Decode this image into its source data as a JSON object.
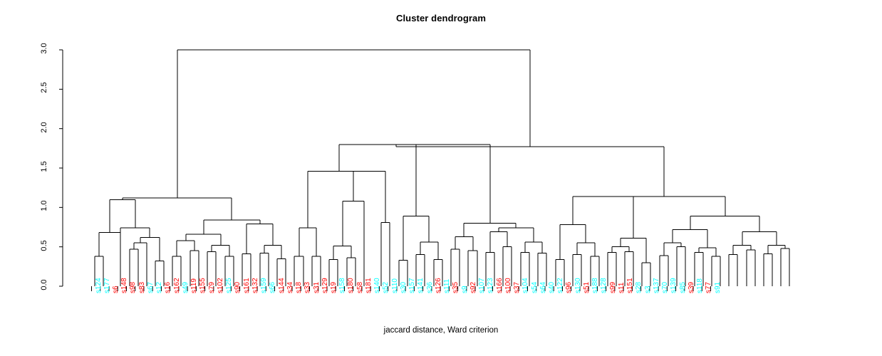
{
  "title": "Cluster dendrogram",
  "xlabel": "jaccard distance, Ward criterion",
  "ylabel": "",
  "colors": {
    "cyan": "#00FFFF",
    "red": "#FF0000",
    "line": "#000000",
    "background": "#FFFFFF"
  },
  "chart_data": {
    "type": "line",
    "plot_kind": "dendrogram",
    "title": "Cluster dendrogram",
    "xlabel": "jaccard distance, Ward criterion",
    "ylabel": "",
    "ylim": [
      0.0,
      3.0
    ],
    "yticks": [
      "0.0",
      "0.5",
      "1.0",
      "1.5",
      "2.0",
      "2.5",
      "3.0"
    ],
    "ytick_values": [
      0.0,
      0.5,
      1.0,
      1.5,
      2.0,
      2.5,
      3.0
    ],
    "grid": false,
    "legend": "none",
    "n_leaves": 80,
    "leaf_labels": [
      "s124",
      "s177",
      "s6",
      "s148",
      "s98",
      "s83",
      "s67",
      "s12",
      "s16",
      "s162",
      "s49",
      "s119",
      "s155",
      "s79",
      "s102",
      "s125",
      "s90",
      "s161",
      "s132",
      "s159",
      "s66",
      "s144",
      "s34",
      "s18",
      "s33",
      "s31",
      "s129",
      "s19",
      "s158",
      "s180",
      "s58",
      "s181",
      "s140",
      "s52",
      "s110",
      "s30",
      "s157",
      "s141",
      "s36",
      "s126",
      "s111",
      "s35",
      "s9",
      "s92",
      "s107",
      "s123",
      "s166",
      "s100",
      "s37",
      "s104",
      "s54",
      "s64",
      "s40",
      "s122",
      "s96",
      "s130",
      "s51",
      "s188",
      "s128",
      "s99",
      "s11",
      "s151",
      "s28",
      "s3",
      "s137",
      "s70",
      "s139",
      "s85",
      "s39",
      "s118",
      "s77",
      "s91"
    ],
    "leaf_colors": [
      "cyan",
      "cyan",
      "red",
      "red",
      "red",
      "red",
      "cyan",
      "cyan",
      "red",
      "red",
      "cyan",
      "red",
      "red",
      "red",
      "red",
      "cyan",
      "red",
      "red",
      "red",
      "cyan",
      "cyan",
      "red",
      "red",
      "red",
      "red",
      "red",
      "red",
      "red",
      "cyan",
      "red",
      "red",
      "red",
      "cyan",
      "cyan",
      "cyan",
      "cyan",
      "cyan",
      "cyan",
      "cyan",
      "red",
      "cyan",
      "red",
      "cyan",
      "red",
      "cyan",
      "cyan",
      "red",
      "red",
      "red",
      "cyan",
      "cyan",
      "cyan",
      "cyan",
      "cyan",
      "red",
      "cyan",
      "red",
      "cyan",
      "cyan",
      "red",
      "red",
      "red",
      "cyan",
      "cyan",
      "cyan",
      "cyan",
      "cyan",
      "cyan",
      "red",
      "cyan",
      "red",
      "cyan"
    ],
    "merges": [
      {
        "id": "m1",
        "x1": 133,
        "x2": 145,
        "h": 0.38
      },
      {
        "id": "m2",
        "x1": 139,
        "x2": 169,
        "h": 0.68
      },
      {
        "id": "m3",
        "x1": 182,
        "x2": 194,
        "h": 0.47
      },
      {
        "id": "m4",
        "x1": 188,
        "x2": 206,
        "h": 0.55
      },
      {
        "id": "m5",
        "x1": 218,
        "x2": 230,
        "h": 0.32
      },
      {
        "id": "m6",
        "x1": 197,
        "x2": 224,
        "h": 0.62
      },
      {
        "id": "m7",
        "x1": 169,
        "x2": 210,
        "h": 0.74
      },
      {
        "id": "m8",
        "x1": 154,
        "x2": 190,
        "h": 1.1
      },
      {
        "id": "m9",
        "x1": 242,
        "x2": 254,
        "h": 0.38
      },
      {
        "id": "m10",
        "x1": 267,
        "x2": 279,
        "h": 0.45
      },
      {
        "id": "m11",
        "x1": 248,
        "x2": 273,
        "h": 0.58
      },
      {
        "id": "m12",
        "x1": 291,
        "x2": 303,
        "h": 0.44
      },
      {
        "id": "m13",
        "x1": 316,
        "x2": 328,
        "h": 0.38
      },
      {
        "id": "m14",
        "x1": 297,
        "x2": 322,
        "h": 0.52
      },
      {
        "id": "m15",
        "x1": 261,
        "x2": 310,
        "h": 0.66
      },
      {
        "id": "m16",
        "x1": 340,
        "x2": 352,
        "h": 0.41
      },
      {
        "id": "m17",
        "x1": 365,
        "x2": 377,
        "h": 0.42
      },
      {
        "id": "m18",
        "x1": 389,
        "x2": 401,
        "h": 0.35
      },
      {
        "id": "m19",
        "x1": 371,
        "x2": 395,
        "h": 0.52
      },
      {
        "id": "m20",
        "x1": 346,
        "x2": 383,
        "h": 0.79
      },
      {
        "id": "m21",
        "x1": 286,
        "x2": 365,
        "h": 0.84
      },
      {
        "id": "m22",
        "x1": 172,
        "x2": 325,
        "h": 1.12
      },
      {
        "id": "m23",
        "x1": 413,
        "x2": 426,
        "h": 0.38
      },
      {
        "id": "m24",
        "x1": 438,
        "x2": 450,
        "h": 0.38
      },
      {
        "id": "m25",
        "x1": 420,
        "x2": 444,
        "h": 0.74
      },
      {
        "id": "m26",
        "x1": 462,
        "x2": 474,
        "h": 0.34
      },
      {
        "id": "m27",
        "x1": 487,
        "x2": 499,
        "h": 0.36
      },
      {
        "id": "m28",
        "x1": 468,
        "x2": 493,
        "h": 0.51
      },
      {
        "id": "m29",
        "x1": 511,
        "x2": 481,
        "h": 1.08
      },
      {
        "id": "m30",
        "x1": 535,
        "x2": 547,
        "h": 0.81
      },
      {
        "id": "m31",
        "x1": 496,
        "x2": 541,
        "h": 1.46
      },
      {
        "id": "m32",
        "x1": 432,
        "x2": 519,
        "h": 1.46
      },
      {
        "id": "m33",
        "x1": 560,
        "x2": 572,
        "h": 0.33
      },
      {
        "id": "m34",
        "x1": 584,
        "x2": 596,
        "h": 0.4
      },
      {
        "id": "m35",
        "x1": 609,
        "x2": 621,
        "h": 0.34
      },
      {
        "id": "m36",
        "x1": 590,
        "x2": 615,
        "h": 0.56
      },
      {
        "id": "m37",
        "x1": 566,
        "x2": 602,
        "h": 0.89
      },
      {
        "id": "m38",
        "x1": 633,
        "x2": 645,
        "h": 0.47
      },
      {
        "id": "m39",
        "x1": 657,
        "x2": 670,
        "h": 0.45
      },
      {
        "id": "m40",
        "x1": 639,
        "x2": 664,
        "h": 0.63
      },
      {
        "id": "m41",
        "x1": 682,
        "x2": 694,
        "h": 0.43
      },
      {
        "id": "m42",
        "x1": 706,
        "x2": 718,
        "h": 0.5
      },
      {
        "id": "m43",
        "x1": 688,
        "x2": 712,
        "h": 0.69
      },
      {
        "id": "m44",
        "x1": 731,
        "x2": 743,
        "h": 0.43
      },
      {
        "id": "m45",
        "x1": 755,
        "x2": 767,
        "h": 0.42
      },
      {
        "id": "m46",
        "x1": 737,
        "x2": 761,
        "h": 0.56
      },
      {
        "id": "m47",
        "x1": 700,
        "x2": 749,
        "h": 0.74
      },
      {
        "id": "m48",
        "x1": 651,
        "x2": 724,
        "h": 0.8
      },
      {
        "id": "m49",
        "x1": 584,
        "x2": 688,
        "h": 1.8
      },
      {
        "id": "m50",
        "x1": 476,
        "x2": 636,
        "h": 1.8
      },
      {
        "id": "m51",
        "x1": 780,
        "x2": 792,
        "h": 0.34
      },
      {
        "id": "m52",
        "x1": 804,
        "x2": 816,
        "h": 0.4
      },
      {
        "id": "m53",
        "x1": 829,
        "x2": 841,
        "h": 0.38
      },
      {
        "id": "m54",
        "x1": 810,
        "x2": 835,
        "h": 0.55
      },
      {
        "id": "m55",
        "x1": 786,
        "x2": 822,
        "h": 0.78
      },
      {
        "id": "m56",
        "x1": 853,
        "x2": 865,
        "h": 0.43
      },
      {
        "id": "m57",
        "x1": 877,
        "x2": 889,
        "h": 0.44
      },
      {
        "id": "m58",
        "x1": 859,
        "x2": 883,
        "h": 0.5
      },
      {
        "id": "m59",
        "x1": 901,
        "x2": 913,
        "h": 0.3
      },
      {
        "id": "m60",
        "x1": 871,
        "x2": 907,
        "h": 0.61
      },
      {
        "id": "m61",
        "x1": 804,
        "x2": 889,
        "h": 1.14
      },
      {
        "id": "m62",
        "x1": 926,
        "x2": 938,
        "h": 0.39
      },
      {
        "id": "m63",
        "x1": 950,
        "x2": 962,
        "h": 0.5
      },
      {
        "id": "m64",
        "x1": 932,
        "x2": 956,
        "h": 0.55
      },
      {
        "id": "m65",
        "x1": 975,
        "x2": 987,
        "h": 0.43
      },
      {
        "id": "m66",
        "x1": 999,
        "x2": 1011,
        "h": 0.38
      },
      {
        "id": "m67",
        "x1": 981,
        "x2": 1005,
        "h": 0.49
      },
      {
        "id": "m68",
        "x1": 944,
        "x2": 993,
        "h": 0.72
      },
      {
        "id": "m69",
        "x1": 1023,
        "x2": 1035,
        "h": 0.4
      },
      {
        "id": "m70",
        "x1": 1048,
        "x2": 1060,
        "h": 0.46
      },
      {
        "id": "m71",
        "x1": 1029,
        "x2": 1054,
        "h": 0.52
      },
      {
        "id": "m72",
        "x1": 1072,
        "x2": 1084,
        "h": 0.41
      },
      {
        "id": "m73",
        "x1": 1096,
        "x2": 1108,
        "h": 0.48
      },
      {
        "id": "m74",
        "x1": 1078,
        "x2": 1102,
        "h": 0.52
      },
      {
        "id": "m75",
        "x1": 1042,
        "x2": 1090,
        "h": 0.69
      },
      {
        "id": "m76",
        "x1": 969,
        "x2": 1066,
        "h": 0.89
      },
      {
        "id": "m77",
        "x1": 847,
        "x2": 1018,
        "h": 1.14
      },
      {
        "id": "m78",
        "x1": 556,
        "x2": 932,
        "h": 1.77
      },
      {
        "id": "m79",
        "x1": 249,
        "x2": 744,
        "h": 3.0
      }
    ]
  }
}
